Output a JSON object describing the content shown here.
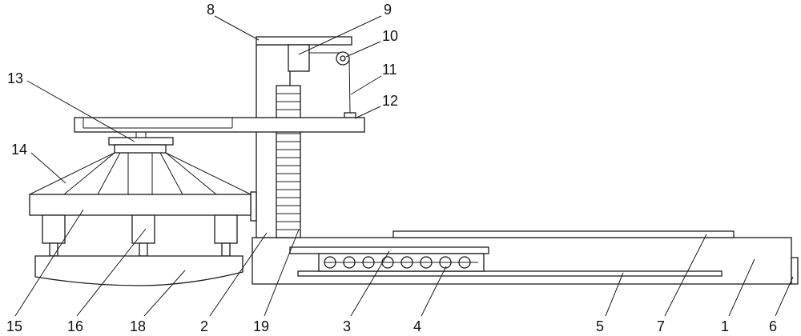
{
  "labels": {
    "l1": "1",
    "l2": "2",
    "l3": "3",
    "l4": "4",
    "l5": "5",
    "l6": "6",
    "l7": "7",
    "l8": "8",
    "l9": "9",
    "l10": "10",
    "l11": "11",
    "l12": "12",
    "l13": "13",
    "l14": "14",
    "l15": "15",
    "l16": "16",
    "l18": "18",
    "l19": "19"
  }
}
